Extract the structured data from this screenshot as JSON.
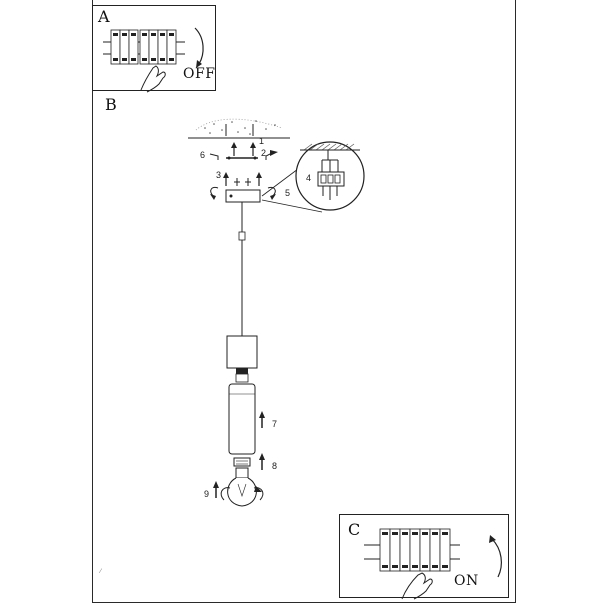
{
  "panels": {
    "a": {
      "letter": "A",
      "state": "OFF"
    },
    "b": {
      "letter": "B"
    },
    "c": {
      "letter": "C",
      "state": "ON"
    }
  },
  "steps": [
    "1",
    "2",
    "3",
    "4",
    "5",
    "6",
    "7",
    "8",
    "9"
  ]
}
